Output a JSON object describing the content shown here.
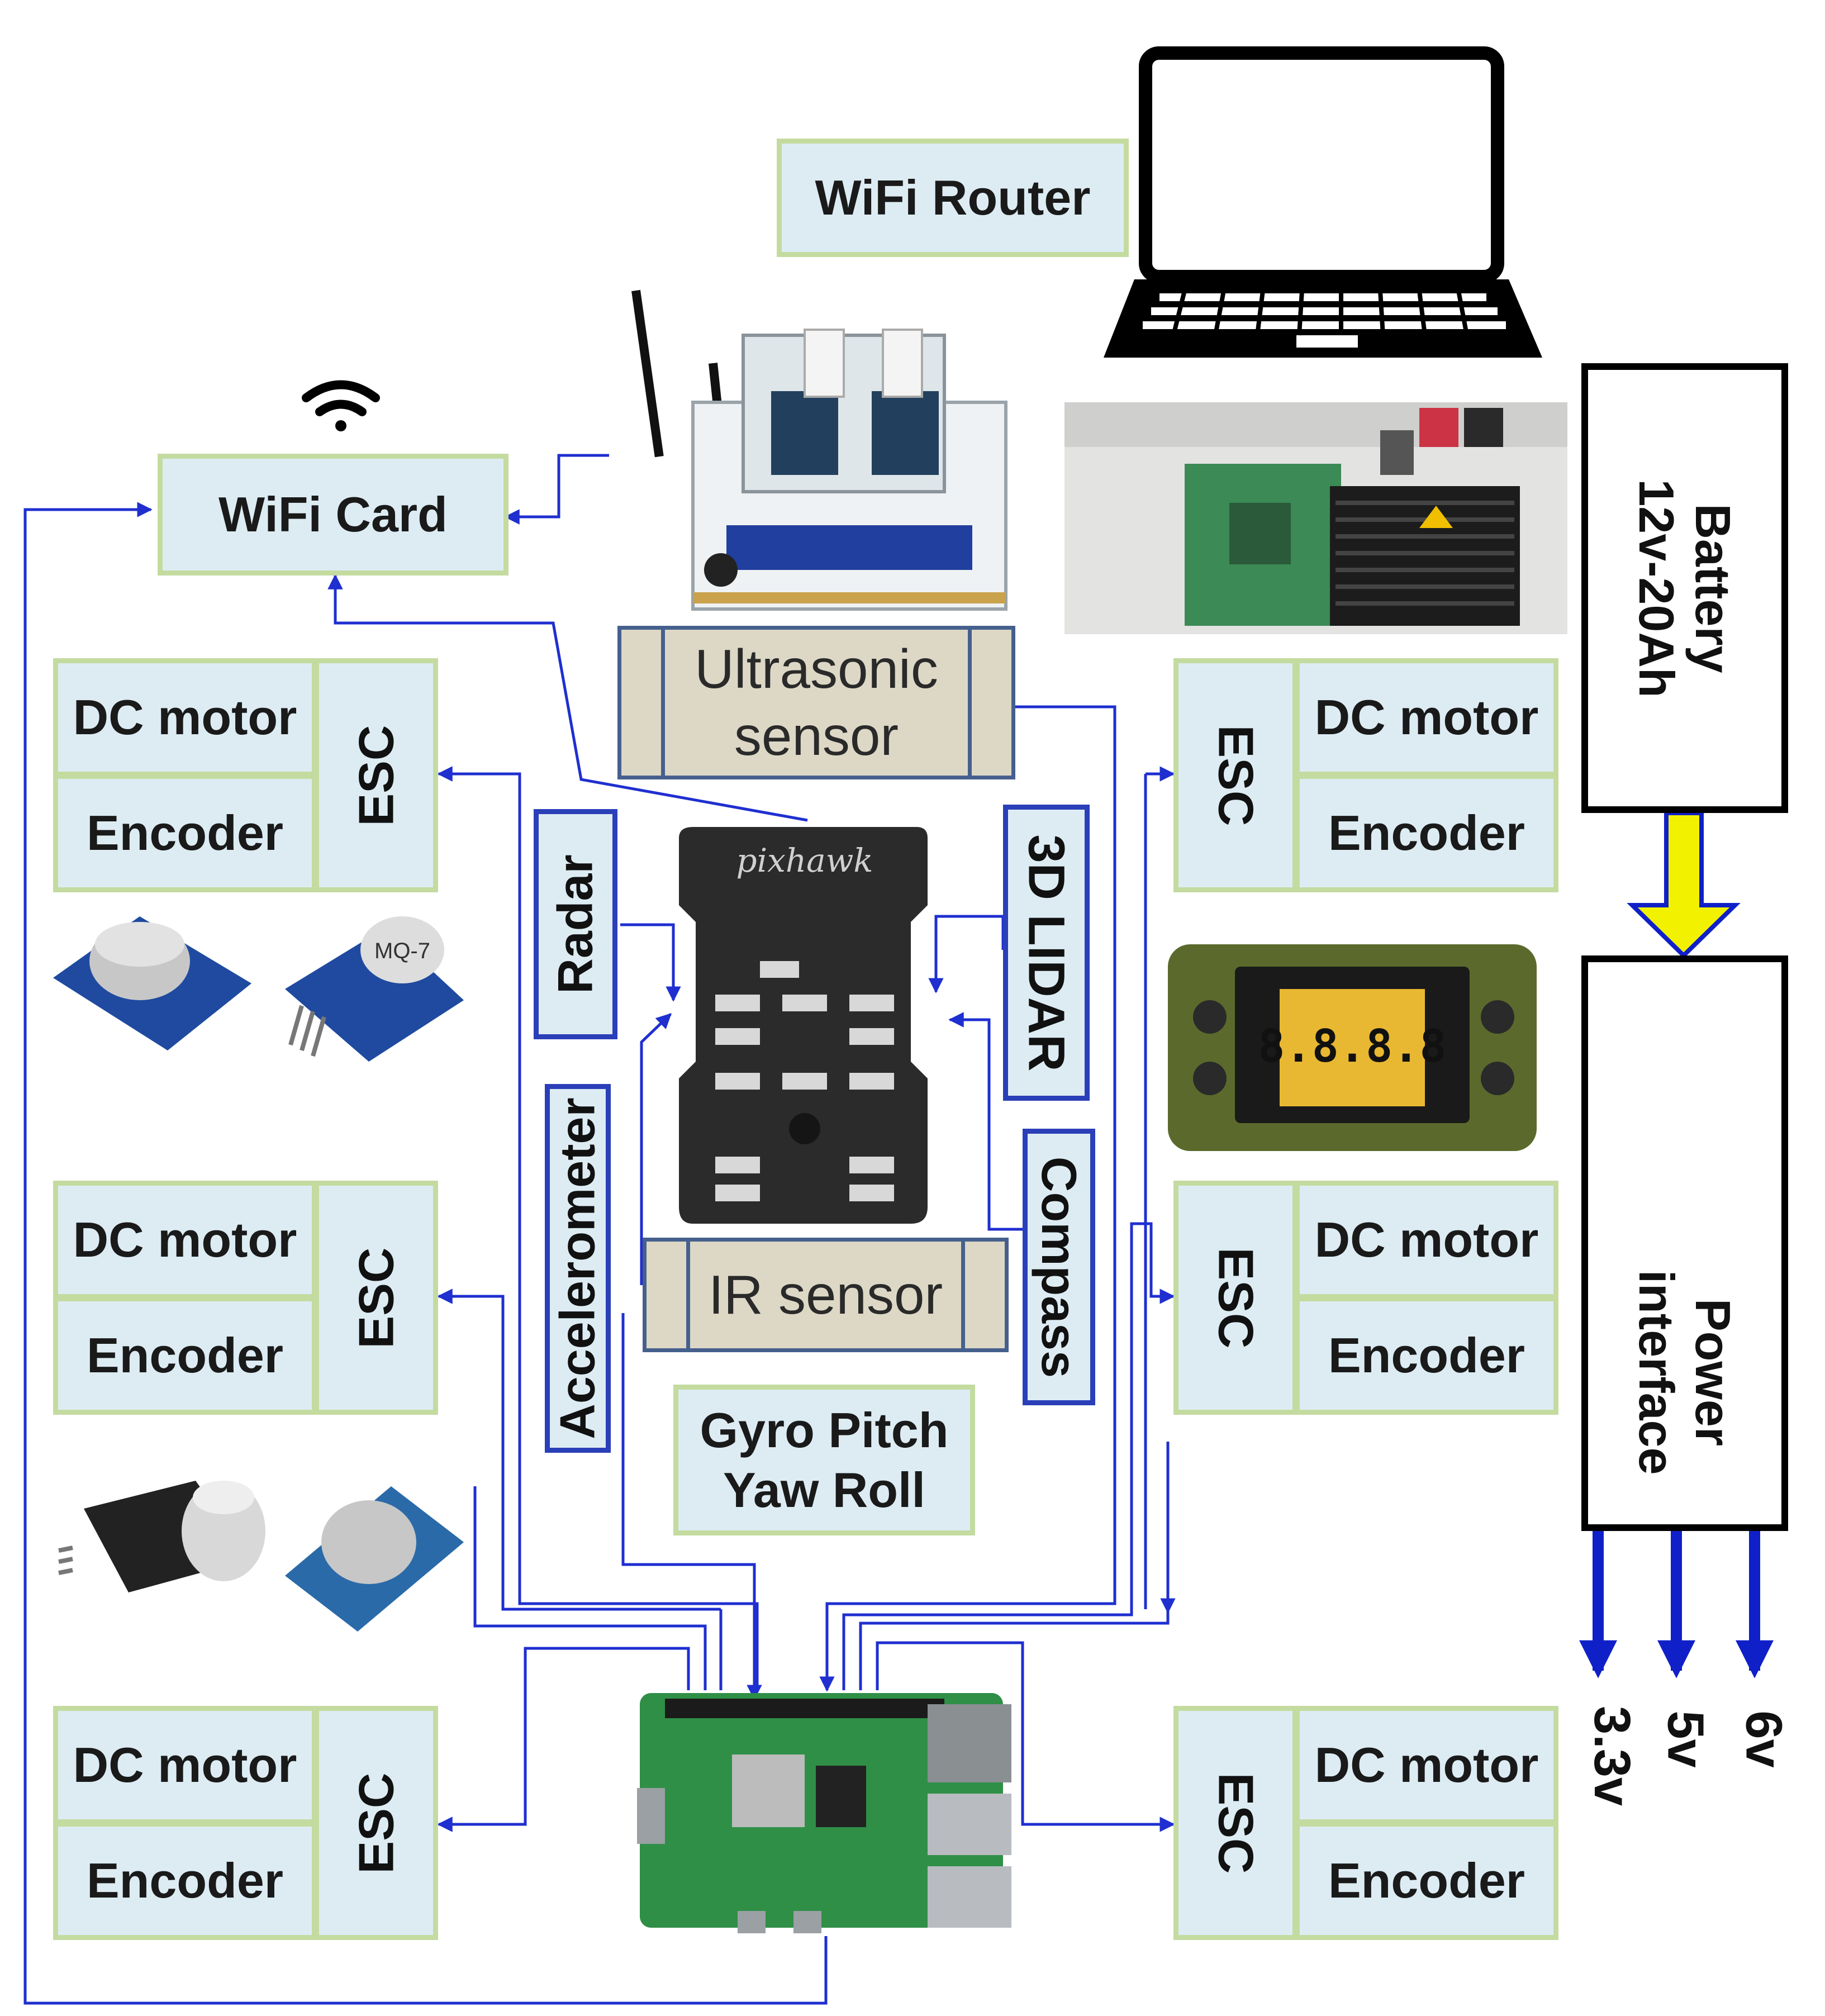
{
  "labels": {
    "wifi_router": "WiFi Router",
    "wifi_card": "WiFi Card",
    "dc_motor": "DC motor",
    "encoder": "Encoder",
    "esc": "ESC",
    "ultrasonic_line1": "Ultrasonic",
    "ultrasonic_line2": "sensor",
    "radar": "Radar",
    "lidar": "3D LIDAR",
    "accelerometer": "Accelerometer",
    "compass": "Compass",
    "ir_sensor": "IR sensor",
    "gyro_line1": "Gyro Pitch",
    "gyro_line2": "Yaw Roll",
    "battery_line1": "Battery",
    "battery_line2": "12v-20Ah",
    "power_line1": "Power",
    "power_line2": "interface",
    "out_3v3": "3.3v",
    "out_5v": "5v",
    "out_6v": "6v",
    "pixhawk": "pixhawk",
    "gas_sensor_mq7": "MQ-7",
    "lcd_digits": "8.8.8.8"
  },
  "colors": {
    "box_fill": "#ddecf3",
    "box_border_green": "#c4dba0",
    "box_border_blue": "#2a3fb8",
    "wire_blue": "#1f2fd0",
    "power_arrow_yellow": "#f2f200",
    "polarity_red": "#e8141c",
    "polarity_blue": "#1020c8"
  },
  "icons": [
    "wifi-signal-icon",
    "laptop-icon",
    "camera-module-icon",
    "jetson-board-icon",
    "pixhawk-controller-icon",
    "raspberry-pi-icon",
    "gas-sensor-icon",
    "radiation-meter-icon",
    "battery-polarity-icon"
  ]
}
